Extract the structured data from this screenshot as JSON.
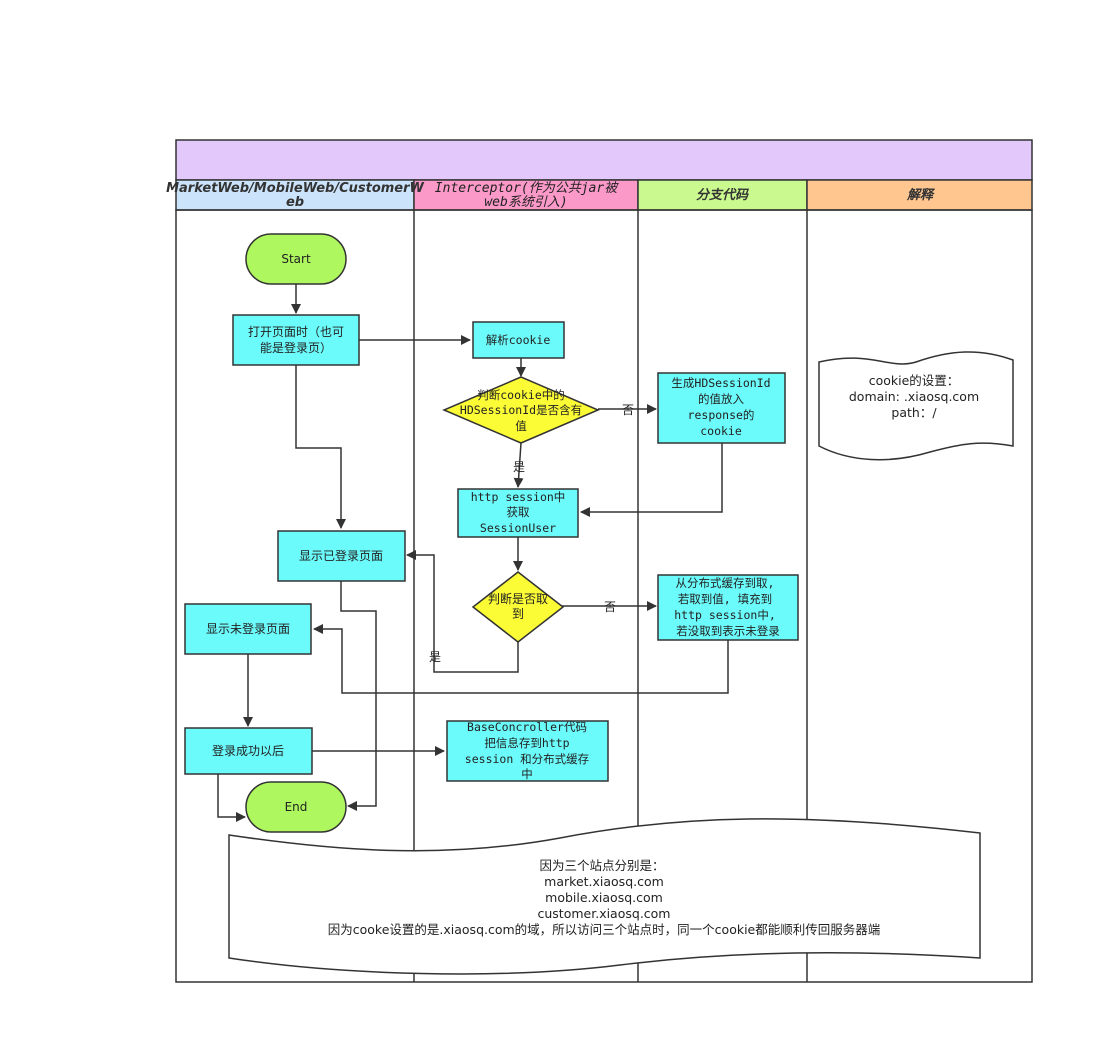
{
  "colors": {
    "header": "#e3c9fb",
    "lane1": "#cce4fb",
    "lane2": "#fb99c8",
    "lane3": "#caf98f",
    "lane4": "#ffc690",
    "process": "#6cfbfb",
    "decision": "#fbfb36",
    "terminal": "#aef75f",
    "line": "#333333"
  },
  "lanes": {
    "lane1": {
      "line1": "MarketWeb/MobileWeb/CustomerW",
      "line2": "eb"
    },
    "lane2": {
      "line1": "Interceptor(作为公共jar被",
      "line2": "web系统引入)"
    },
    "lane3": {
      "title": "分支代码"
    },
    "lane4": {
      "title": "解释"
    }
  },
  "nodes": {
    "start": {
      "label": "Start"
    },
    "end": {
      "label": "End"
    },
    "open_page": {
      "line1": "打开页面时（也可",
      "line2": "能是登录页）"
    },
    "show_logged_in": {
      "label": "显示已登录页面"
    },
    "show_not_logged_in": {
      "label": "显示未登录页面"
    },
    "after_login": {
      "label": "登录成功以后"
    },
    "parse_cookie": {
      "label": "解析cookie"
    },
    "check_cookie": {
      "line1": "判断cookie中的",
      "line2": "HDSessionId是否含有",
      "line3": "值"
    },
    "get_from_session": {
      "line1": "http session中",
      "line2": "获取",
      "line3": "SessionUser"
    },
    "check_fetched": {
      "line1": "判断是否取",
      "line2": "到"
    },
    "base_controller": {
      "line1": "BaseConcroller代码",
      "line2": "把信息存到http",
      "line3": "session 和分布式缓存",
      "line4": "中"
    },
    "gen_session_id": {
      "line1": "生成HDSessionId",
      "line2": "的值放入",
      "line3": "response的",
      "line4": "cookie"
    },
    "fetch_cache": {
      "line1": "从分布式缓存到取,",
      "line2": "若取到值, 填充到",
      "line3": "http session中,",
      "line4": "若没取到表示未登录"
    }
  },
  "edge_labels": {
    "no1": "否",
    "yes1": "是",
    "no2": "否",
    "yes2": "是"
  },
  "notes": {
    "cookie_note": {
      "line1": "cookie的设置：",
      "line2": "domain:   .xiaosq.com",
      "line3": "path：/"
    },
    "bottom_note": {
      "line1": "因为三个站点分别是：",
      "line2": "market.xiaosq.com",
      "line3": "mobile.xiaosq.com",
      "line4": "customer.xiaosq.com",
      "line5": "因为cooke设置的是.xiaosq.com的域，所以访问三个站点时，同一个cookie都能顺利传回服务器端"
    }
  }
}
